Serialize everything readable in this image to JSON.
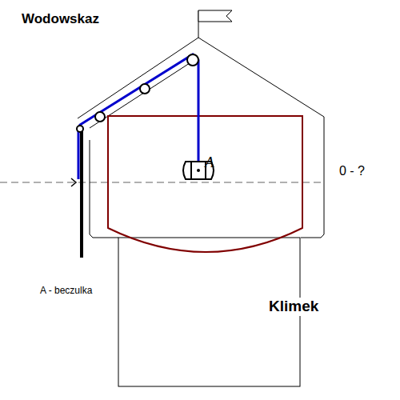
{
  "diagram": {
    "title": "Wodowskaz",
    "labels": [
      "A",
      "0 - ?",
      "A - beczulka",
      "Klimek"
    ]
  }
}
